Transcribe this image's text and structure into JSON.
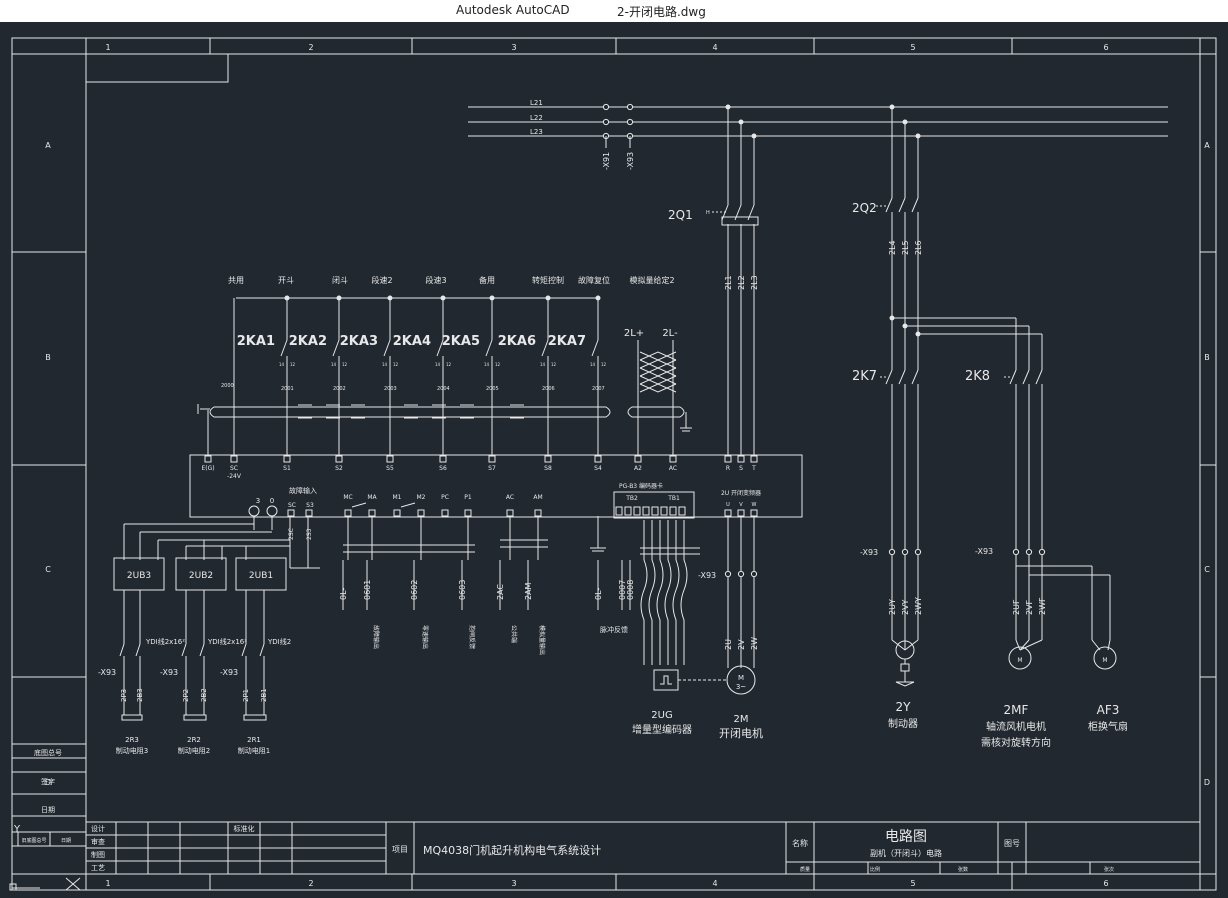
{
  "window": {
    "app_name": "Autodesk AutoCAD",
    "file_name": "2-开闭电路.dwg"
  },
  "frame": {
    "col_numbers": [
      "1",
      "2",
      "3",
      "4",
      "5",
      "6"
    ],
    "row_letters": [
      "A",
      "B",
      "C",
      "D"
    ]
  },
  "bus": {
    "lines": [
      "L21",
      "L22",
      "L23"
    ],
    "terminals": [
      "-X91",
      "-X93"
    ]
  },
  "breakers": {
    "q1": "2Q1",
    "q2": "2Q2",
    "q1_wires": [
      "2L1",
      "2L2",
      "2L3"
    ],
    "q2_wires": [
      "2L4",
      "2L5",
      "2L6"
    ]
  },
  "function_labels": [
    "共用",
    "开斗",
    "闭斗",
    "段速2",
    "段速3",
    "备用",
    "转矩控制",
    "故障复位",
    "模拟量给定2"
  ],
  "relays": [
    "2KA1",
    "2KA2",
    "2KA3",
    "2KA4",
    "2KA5",
    "2KA6",
    "2KA7"
  ],
  "analog": {
    "plus": "2L+",
    "minus": "2L-"
  },
  "wire_numbers": [
    "2000",
    "2001",
    "2002",
    "2003",
    "2004",
    "2005",
    "2006",
    "2007"
  ],
  "inverter_terminals": [
    "E(G)",
    "SC\n-24V",
    "S1",
    "S2",
    "S5",
    "S6",
    "S7",
    "S8",
    "S4",
    "A2",
    "AC",
    "R",
    "S",
    "T"
  ],
  "inverter_lower": {
    "fault_input": "故障输入",
    "terms": [
      "MC",
      "MA",
      "M1",
      "M2",
      "PC",
      "P1",
      "AC",
      "AM"
    ],
    "pg_card": "PG-B3 编码器卡",
    "tb2": "TB2",
    "tb1": "TB1",
    "drive_label": "2U 开闭变频器",
    "uvw": [
      "U",
      "V",
      "W"
    ],
    "sc_s3": [
      "SC",
      "S3"
    ],
    "sc_s3_wires": [
      "2SC",
      "2S3"
    ],
    "pins": [
      "3",
      "0"
    ]
  },
  "brake_units": [
    "2UB3",
    "2UB2",
    "2UB1"
  ],
  "lower_wires": [
    "0L-",
    "0601",
    "0602",
    "0603",
    "2AC",
    "2AM",
    "0L-",
    "0007",
    "0008"
  ],
  "lower_notes": [
    "故障输出",
    "零速输出",
    "抱闸反馈",
    "公共端",
    "模拟量输出",
    "脉冲反馈"
  ],
  "yd_labels": [
    "YDI线2x16²",
    "YDI线2x16²",
    "YDI线2"
  ],
  "x93": "-X93",
  "resistors": [
    {
      "id": "2R3",
      "name": "制动电阻3",
      "wires": [
        "2P3",
        "2B3"
      ]
    },
    {
      "id": "2R2",
      "name": "制动电阻2",
      "wires": [
        "2P2",
        "2B2"
      ]
    },
    {
      "id": "2R1",
      "name": "制动电阻1",
      "wires": [
        "2P1",
        "2B1"
      ]
    }
  ],
  "encoder": {
    "id": "2UG",
    "name": "增量型编码器"
  },
  "motor": {
    "id": "2M",
    "name": "开闭电机",
    "wires": [
      "2U",
      "2V",
      "2W"
    ],
    "symbol": "M",
    "phase": "3~"
  },
  "contactors": [
    "2K7",
    "2K8"
  ],
  "brake": {
    "id": "2Y",
    "name": "制动器",
    "wires": [
      "2UY",
      "2VY",
      "2WY"
    ]
  },
  "fan": {
    "id": "2MF",
    "name": "轴流风机电机",
    "note": "需核对旋转方向",
    "wires": [
      "2UF",
      "2VF",
      "2WF"
    ]
  },
  "cabinet_fan": {
    "id": "AF3",
    "name": "柜换气扇"
  },
  "title_block": {
    "design": "设计",
    "review": "审查",
    "draw": "制图",
    "process": "工艺",
    "standard": "标准化",
    "project_label": "项目",
    "project_name": "MQ4038门机起升机构电气系统设计",
    "name_label": "名称",
    "drawing_title": "电路图",
    "drawing_subtitle": "副机（开闭斗）电路",
    "drawing_no_label": "图号",
    "bottom_cells": [
      "质量",
      "比例",
      "张数",
      "张次"
    ]
  },
  "left_block": [
    "底图总号",
    "签字",
    "日期",
    "旧底图总号",
    "日期"
  ]
}
